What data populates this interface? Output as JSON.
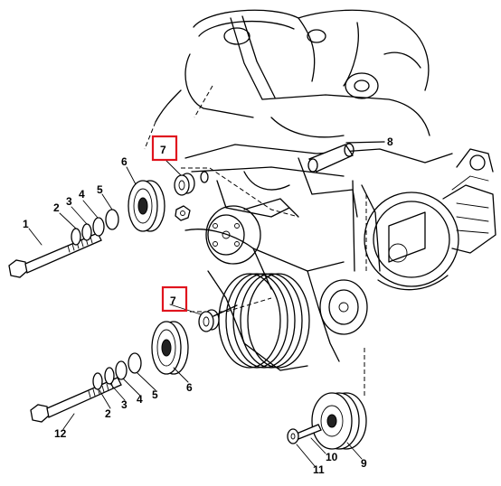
{
  "callouts": {
    "c1": "1",
    "c2a": "2",
    "c3a": "3",
    "c4a": "4",
    "c5a": "5",
    "c6a": "6",
    "c7a": "7",
    "c8": "8",
    "c7b": "7",
    "c2b": "2",
    "c3b": "3",
    "c4b": "4",
    "c5b": "5",
    "c6b": "6",
    "c12": "12",
    "c9": "9",
    "c10": "10",
    "c11": "11"
  },
  "colors": {
    "line": "#000000",
    "highlight": "#e0141e",
    "background": "#ffffff"
  }
}
